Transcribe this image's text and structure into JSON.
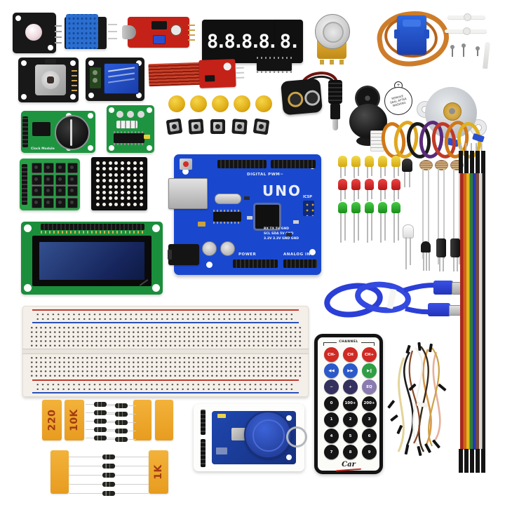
{
  "photo": {
    "description": "Arduino UNO electronics starter kit - components laid out on white background"
  },
  "displays": {
    "seven_segment_four_digit": "8.8.8.8.",
    "seven_segment_one_digit": "8."
  },
  "arduino": {
    "board_name": "UNO",
    "digital_label": "DIGITAL PWM~",
    "power_label": "POWER",
    "analog_label": "ANALOG IN",
    "icsp_label": "ICSP",
    "pin_text_rows": [
      "RX TX 5V GND",
      "SCL SDA 5V GND",
      "3.3V 3.3V GND GND"
    ],
    "board_color": "#1948cf"
  },
  "buzzer_sticker": "REMOVE SEAL AFTER WASHING",
  "rtc_label": "Clock Module",
  "resistor_labels": {
    "r220": "220",
    "r10k": "10K",
    "r1k": "1K"
  },
  "remote": {
    "channel_label": "CHANNEL",
    "logo": "Car",
    "rows": [
      [
        {
          "label": "CH-",
          "bg": "#cf2a24"
        },
        {
          "label": "CH",
          "bg": "#cf2a24"
        },
        {
          "label": "CH+",
          "bg": "#cf2a24"
        }
      ],
      [
        {
          "label": "◀◀",
          "bg": "#2b59c9"
        },
        {
          "label": "▶▶",
          "bg": "#2b59c9"
        },
        {
          "label": "▶‖",
          "bg": "#2f9e44"
        }
      ],
      [
        {
          "label": "−",
          "bg": "#35315e"
        },
        {
          "label": "+",
          "bg": "#35315e"
        },
        {
          "label": "EQ",
          "bg": "#8a7bb0"
        }
      ],
      [
        {
          "label": "0",
          "bg": "#151515"
        },
        {
          "label": "100+",
          "bg": "#151515"
        },
        {
          "label": "200+",
          "bg": "#151515"
        }
      ],
      [
        {
          "label": "1",
          "bg": "#151515"
        },
        {
          "label": "2",
          "bg": "#151515"
        },
        {
          "label": "3",
          "bg": "#151515"
        }
      ],
      [
        {
          "label": "4",
          "bg": "#151515"
        },
        {
          "label": "5",
          "bg": "#151515"
        },
        {
          "label": "6",
          "bg": "#151515"
        }
      ],
      [
        {
          "label": "7",
          "bg": "#151515"
        },
        {
          "label": "8",
          "bg": "#151515"
        },
        {
          "label": "9",
          "bg": "#151515"
        }
      ]
    ]
  },
  "leds": {
    "row_colors": [
      "#e8c51e",
      "#d42222",
      "#2aa42a"
    ],
    "count_per_row": 5
  },
  "ribbon_cable": {
    "colors": [
      "#a8291d",
      "#d2641c",
      "#e0b81e",
      "#2e7d32",
      "#2638b8",
      "#7a4a3a",
      "#dcd8d2",
      "#1c1c1c"
    ]
  },
  "components": [
    "rgb-led-module",
    "dht11-humidity-sensor",
    "sound-sensor-module",
    "seven-segment-display-4-digit",
    "seven-segment-display-1-digit",
    "potentiometer",
    "servo-motor",
    "servo-accessories-and-screws",
    "joystick-module",
    "relay-module",
    "water-level-sensor",
    "ic-chip",
    "9v-battery-clip",
    "dc-barrel-plug",
    "speaker",
    "piezo-buzzer",
    "stepper-motor",
    "yellow-button-caps",
    "tactile-push-buttons",
    "joystick-cap",
    "rtc-clock-module",
    "stepper-driver-module",
    "stepper-wire-coil",
    "keypad-4x4",
    "led-matrix-8x8",
    "arduino-uno-board",
    "led-assortment",
    "ir-receiver",
    "photoresistors",
    "clear-led",
    "transistors",
    "lcd1602-display",
    "usb-cable",
    "rainbow-ribbon-cable",
    "breadboard-830",
    "resistor-packs",
    "rfid-module-with-key-fob",
    "ir-remote-control",
    "jumper-wire-bundle"
  ]
}
